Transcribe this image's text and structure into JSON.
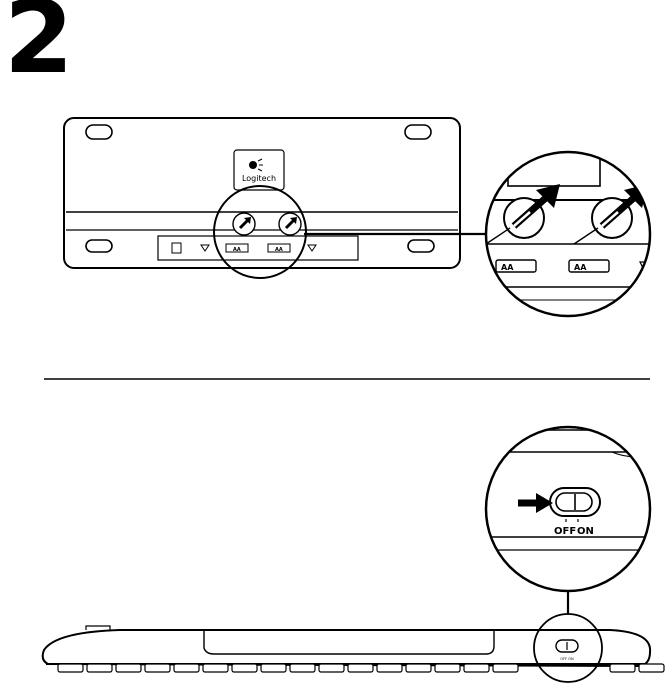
{
  "step": {
    "number": "2"
  },
  "keyboard_bottom": {
    "brand": "Logitech",
    "battery_label": "AA"
  },
  "switch": {
    "off_label": "OFF",
    "on_label": "ON",
    "small_label": "OFF ON"
  },
  "colors": {
    "ink": "#000000",
    "paper": "#ffffff",
    "panel": "#f2f2f2",
    "shade": "#d9d9d9"
  },
  "icons": [
    "logitech-logo-icon",
    "arrow-icon",
    "battery-icon",
    "triangle-icon",
    "slider-switch-icon"
  ]
}
